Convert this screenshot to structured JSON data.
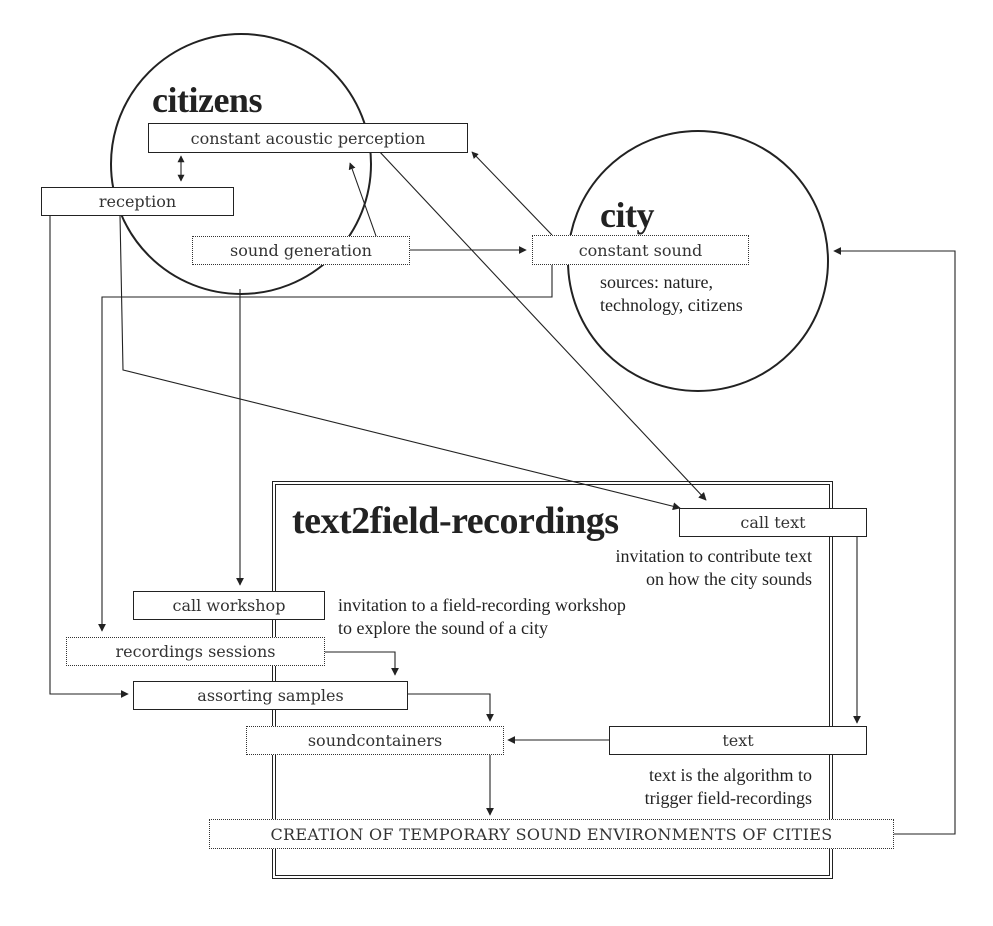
{
  "citizens": {
    "title": "citizens",
    "perception": "constant acoustic perception",
    "reception": "reception",
    "generation": "sound generation"
  },
  "city": {
    "title": "city",
    "sound": "constant sound",
    "sources": "sources: nature,\ntechnology, citizens"
  },
  "project": {
    "title": "text2field-recordings",
    "call_text": "call text",
    "call_text_note": "invitation to contribute text\non how the city sounds",
    "call_workshop": "call workshop",
    "call_workshop_note": "invitation to a field-recording workshop\nto explore the sound of a city",
    "recordings_sessions": "recordings sessions",
    "assorting_samples": "assorting samples",
    "soundcontainers": "soundcontainers",
    "text": "text",
    "text_note": "text is the algorithm to\ntrigger field-recordings",
    "creation": "CREATION OF TEMPORARY SOUND ENVIRONMENTS OF CITIES"
  }
}
